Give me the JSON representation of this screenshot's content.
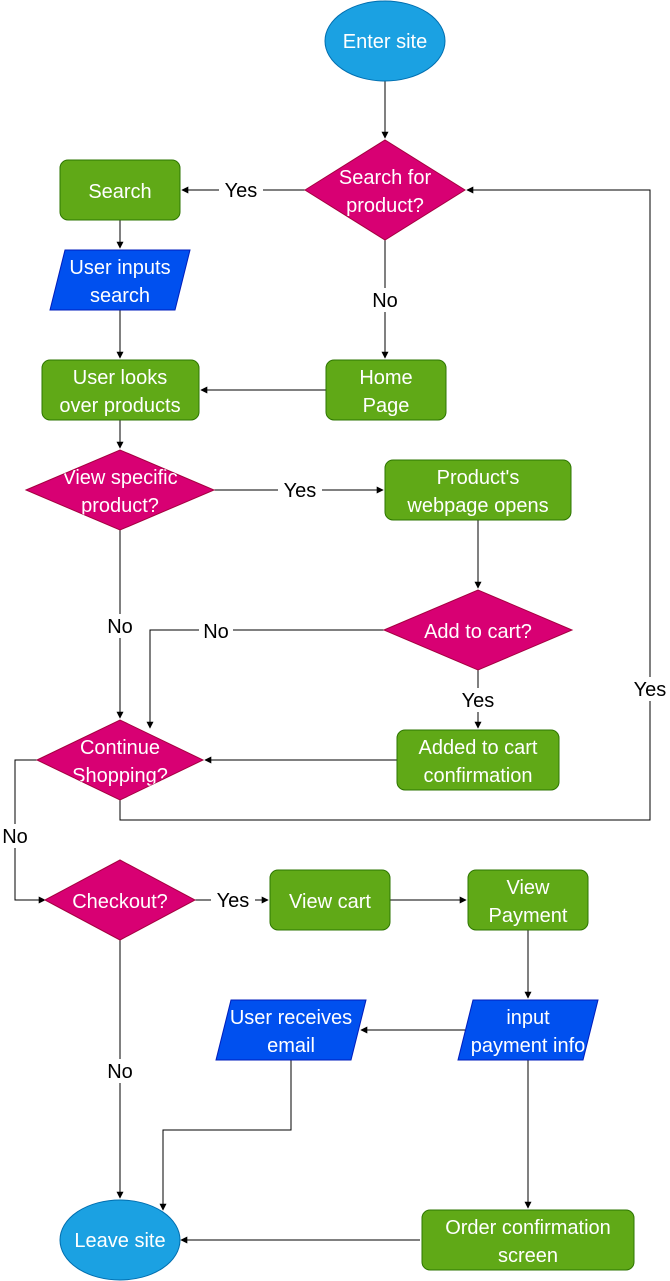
{
  "colors": {
    "terminal": "#1ba1e2",
    "terminal_stroke": "#006eaf",
    "process": "#60a917",
    "process_stroke": "#2d7600",
    "decision": "#d80073",
    "decision_stroke": "#a50040",
    "io": "#0050ef",
    "io_stroke": "#001dbc",
    "edge": "#000000"
  },
  "nodes": {
    "enter_site": [
      "Enter site"
    ],
    "search_decision": [
      "Search for",
      "product?"
    ],
    "search": [
      "Search"
    ],
    "user_inputs_search": [
      "User inputs",
      "search"
    ],
    "home_page": [
      "Home",
      "Page"
    ],
    "user_looks_over": [
      "User looks",
      "over products"
    ],
    "view_specific": [
      "View specific",
      "product?"
    ],
    "product_webpage": [
      "Product's",
      "webpage opens"
    ],
    "add_to_cart": [
      "Add to cart?"
    ],
    "added_confirmation": [
      "Added to cart",
      "confirmation"
    ],
    "continue_shopping": [
      "Continue",
      "Shopping?"
    ],
    "checkout": [
      "Checkout?"
    ],
    "view_cart": [
      "View cart"
    ],
    "view_payment": [
      "View",
      "Payment"
    ],
    "input_payment": [
      "input",
      "payment info"
    ],
    "user_receives_email": [
      "User receives",
      "email"
    ],
    "order_confirmation": [
      "Order confirmation",
      "screen"
    ],
    "leave_site": [
      "Leave site"
    ]
  },
  "edge_labels": {
    "search_yes": "Yes",
    "search_no": "No",
    "view_yes": "Yes",
    "view_no": "No",
    "cart_no": "No",
    "cart_yes": "Yes",
    "continue_yes": "Yes",
    "continue_no": "No",
    "checkout_yes": "Yes",
    "checkout_no": "No"
  }
}
